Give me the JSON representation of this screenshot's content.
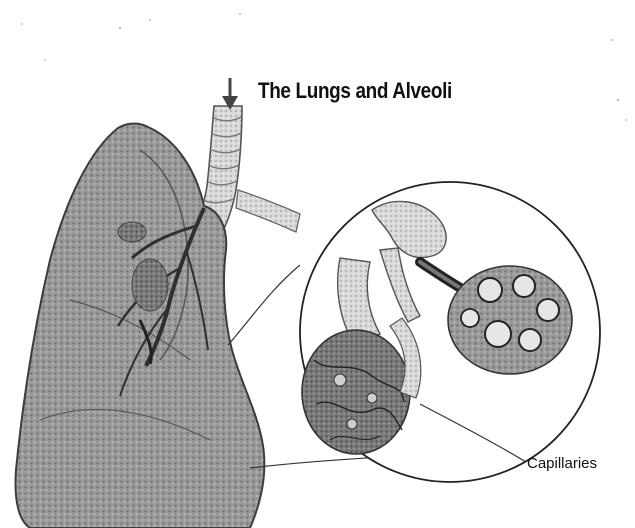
{
  "figure": {
    "title": "The Lungs and Alveoli",
    "labels": {
      "capillaries": "Capillaries"
    }
  },
  "colors": {
    "ink": "#111111",
    "lung_shade": "#8c8c8c",
    "paper": "#ffffff"
  },
  "icons": [
    "lung-illustration",
    "trachea-illustration",
    "magnifier-circle",
    "alveoli-cluster-illustration",
    "bronchiole-illustration"
  ]
}
